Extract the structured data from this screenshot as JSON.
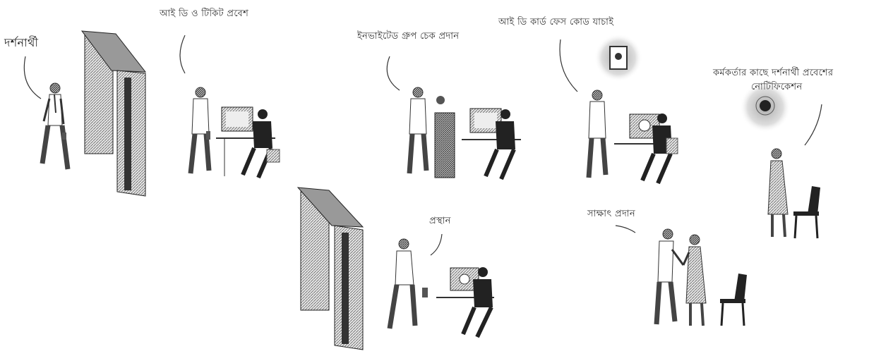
{
  "labels": {
    "visitor": "দর্শনার্থী",
    "step1": "আই ডি ও টিকিট প্রবেশ",
    "step2": "ইনভাইটেড গ্ৰুপ চেক প্রদান",
    "step3": "আই ডি কার্ড ফেস কোড যাচাই",
    "step4_line1": "কর্মকর্তার কাছে দর্শনার্থী প্রবেশের",
    "step4_line2": "নোটিফিকেশন",
    "step5": "প্রস্থান",
    "step6": "সাক্ষাৎ প্রদান"
  }
}
